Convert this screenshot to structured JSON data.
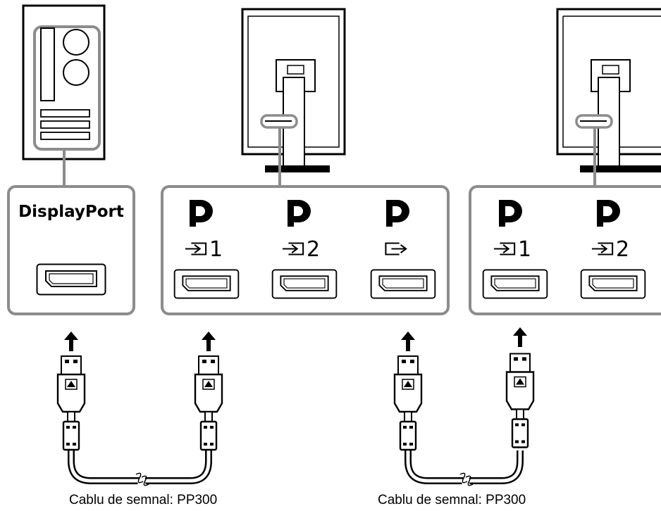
{
  "computer": {
    "port_title": "DisplayPort"
  },
  "monitor1": {
    "ports": [
      {
        "kind": "input",
        "number": "1"
      },
      {
        "kind": "input",
        "number": "2"
      },
      {
        "kind": "output",
        "number": ""
      }
    ]
  },
  "monitor2": {
    "ports": [
      {
        "kind": "input",
        "number": "1"
      },
      {
        "kind": "input",
        "number": "2"
      }
    ]
  },
  "cables": [
    {
      "label": "Cablu de semnal: PP300"
    },
    {
      "label": "Cablu de semnal: PP300"
    }
  ],
  "icons": {
    "displayport_logo": "displayport-logo-icon",
    "input": "input-arrow-icon",
    "output": "output-arrow-icon",
    "direction": "up-arrow-icon"
  },
  "colors": {
    "highlight": "#8c8c8c",
    "outline": "#000000",
    "background": "#ffffff"
  }
}
